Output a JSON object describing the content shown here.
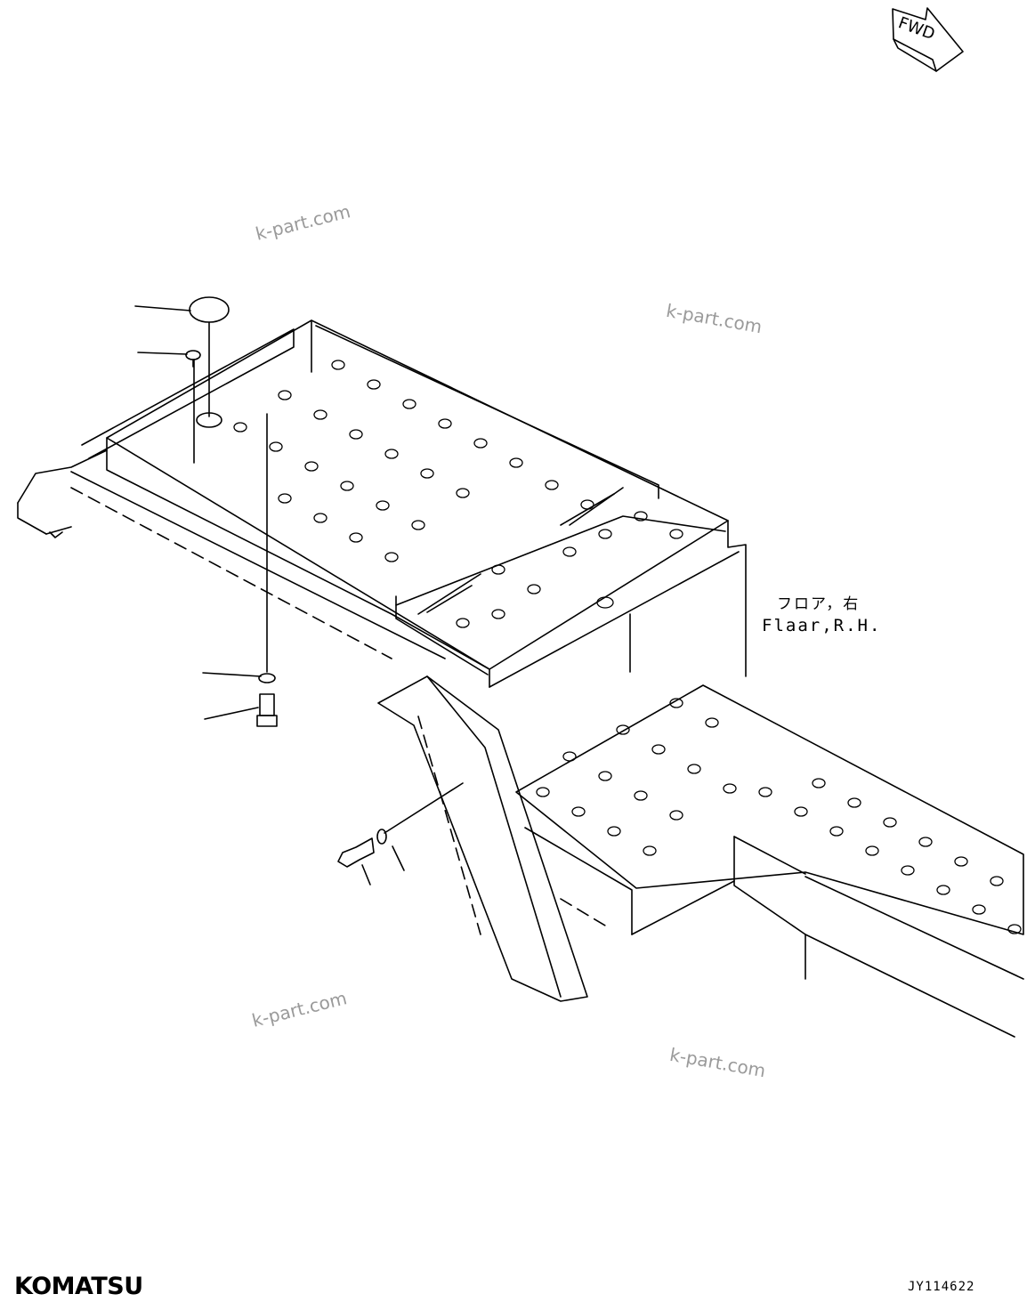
{
  "diagram": {
    "fwd_label": "FWD",
    "part_label_jp": "フロア，右",
    "part_label_en": "Flaar,R.H.",
    "drawing_code": "JY114622",
    "brand": "KOMATSU",
    "watermarks": [
      "k-part.com",
      "k-part.com",
      "k-part.com",
      "k-part.com"
    ]
  },
  "colors": {
    "line": "#000000",
    "watermark": "#9a9a9a",
    "background": "#ffffff"
  },
  "icons": [
    "fwd-arrow-icon",
    "komatsu-logo-icon"
  ]
}
